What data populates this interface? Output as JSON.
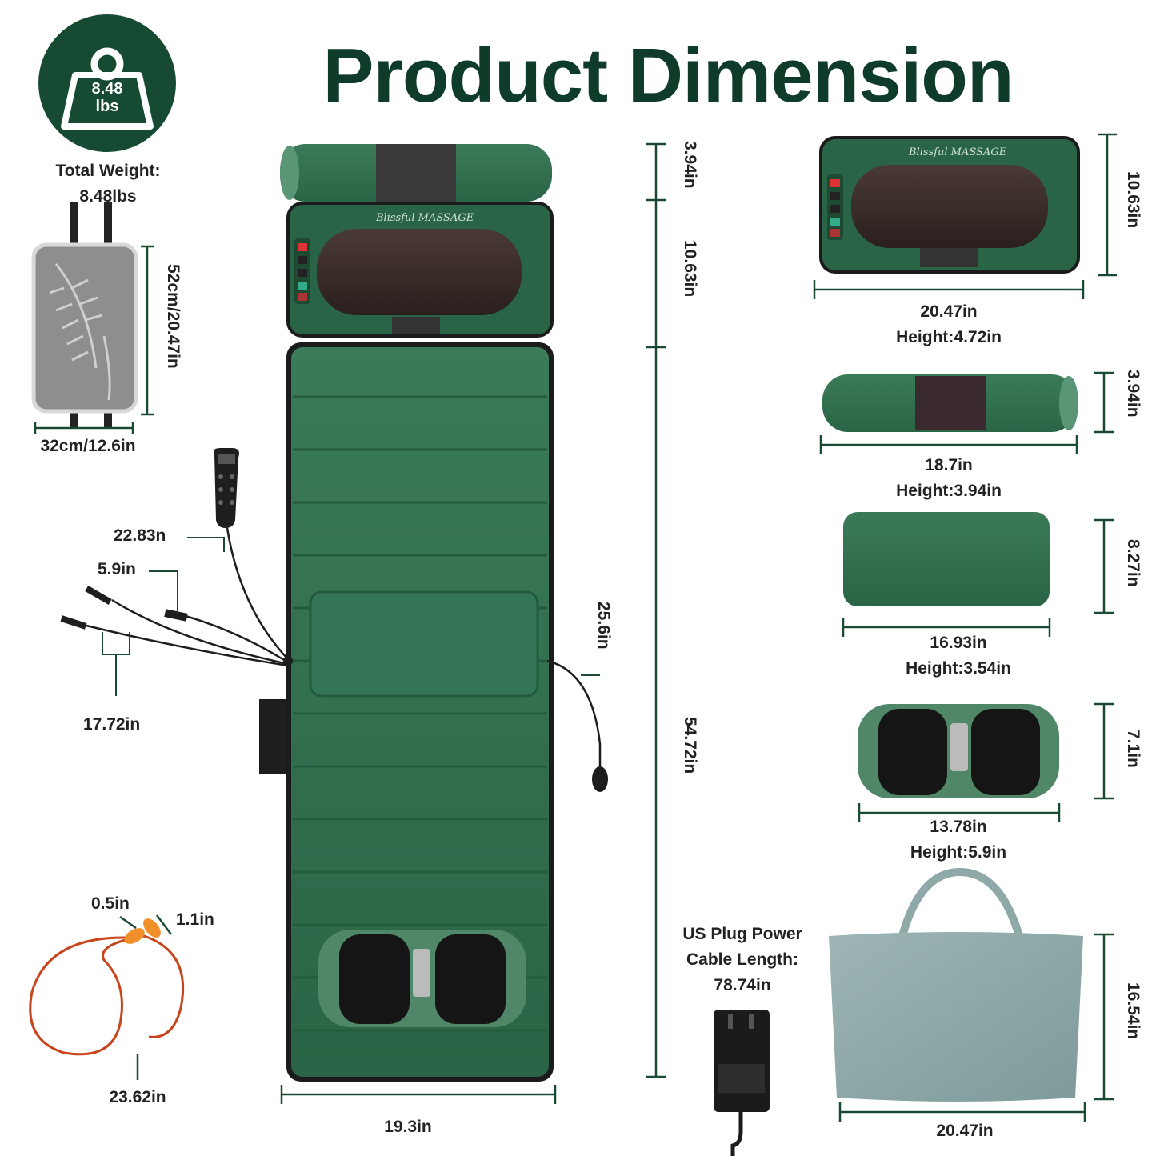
{
  "title": "Product Dimension",
  "weight_badge": {
    "value": "8.48",
    "unit": "lbs",
    "icon": "weight-icon",
    "color": "#164a33"
  },
  "total_weight": {
    "line1": "Total Weight:",
    "line2": "8.48lbs"
  },
  "heating_pad": {
    "height": "52cm/20.47in",
    "width": "32cm/12.6in"
  },
  "cables": {
    "controller": "22.83n",
    "short": "5.9in",
    "long": "17.72in",
    "pump_tube": "25.6in"
  },
  "mat": {
    "width": "19.3in",
    "pillow_height": "3.94in",
    "neck_massager_height": "10.63in",
    "body_length": "54.72in"
  },
  "ear_plugs": {
    "plug_length": "0.5in",
    "plug_width": "1.1in",
    "cord_length": "23.62in"
  },
  "neck_massager": {
    "brand": "Blissful MASSAGE",
    "width": "20.47in",
    "height": "Height:4.72in",
    "depth": "10.63in"
  },
  "pillow": {
    "width": "18.7in",
    "height": "Height:3.94in",
    "depth": "3.94in"
  },
  "lumbar_pad": {
    "width": "16.93in",
    "height": "Height:3.54in",
    "depth": "8.27in"
  },
  "foot_massager": {
    "width": "13.78in",
    "height": "Height:5.9in",
    "depth": "7.1in"
  },
  "power_adapter": {
    "line1": "US Plug Power",
    "line2": "Cable Length:",
    "line3": "78.74in"
  },
  "storage_bag": {
    "width": "20.47in",
    "height": "16.54in"
  },
  "colors": {
    "brand_green": "#0e3b2a",
    "velvet": "#2f6b4c",
    "velvet_light": "#3f7f5c",
    "bag": "#8fa8a8",
    "dim_line": "#1b4a33"
  }
}
